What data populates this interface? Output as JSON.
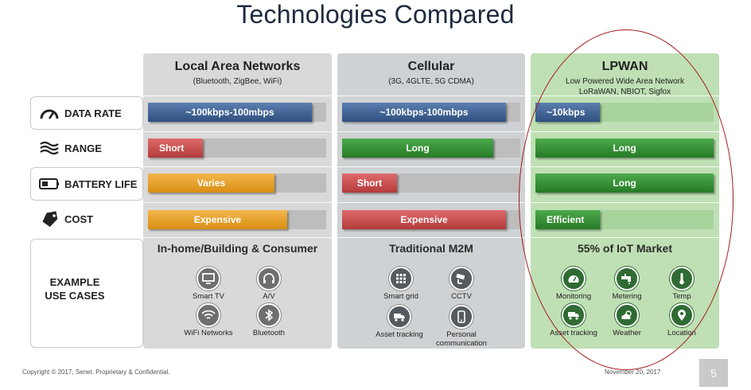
{
  "title": "Technologies Compared",
  "rows": {
    "data_rate": "DATA RATE",
    "range": "RANGE",
    "battery_life": "BATTERY LIFE",
    "cost": "COST",
    "use_cases": "EXAMPLE\nUSE CASES"
  },
  "columns": {
    "lan": {
      "title": "Local Area Networks",
      "subtitle": "(Bluetooth, ZigBee, WiFi)",
      "data_rate": {
        "label": "~100kbps-100mbps",
        "fill": 0.92,
        "color": "blue"
      },
      "range": {
        "label": "Short",
        "fill": 0.31,
        "color": "red"
      },
      "battery_life": {
        "label": "Varies",
        "fill": 0.71,
        "color": "orange"
      },
      "cost": {
        "label": "Expensive",
        "fill": 0.78,
        "color": "orange"
      },
      "use_title": "In-home/Building & Consumer",
      "use_cases": [
        "Smart TV",
        "A/V",
        "WiFi Networks",
        "Bluetooth"
      ]
    },
    "cellular": {
      "title": "Cellular",
      "subtitle": "(3G, 4GLTE, 5G CDMA)",
      "data_rate": {
        "label": "~100kbps-100mbps",
        "fill": 0.92,
        "color": "blue"
      },
      "range": {
        "label": "Long",
        "fill": 0.85,
        "color": "green"
      },
      "battery_life": {
        "label": "Short",
        "fill": 0.31,
        "color": "red"
      },
      "cost": {
        "label": "Expensive",
        "fill": 0.92,
        "color": "red"
      },
      "use_title": "Traditional M2M",
      "use_cases": [
        "Smart grid",
        "CCTV",
        "Asset tracking",
        "Personal\ncommunication"
      ]
    },
    "lpwan": {
      "title": "LPWAN",
      "subtitle": "Low Powered Wide Area Network",
      "subtitle2": "LoRaWAN, NBIOT, Sigfox",
      "data_rate": {
        "label": "~10kbps",
        "fill": 0.36,
        "color": "blue"
      },
      "range": {
        "label": "Long",
        "fill": 1.0,
        "color": "green"
      },
      "battery_life": {
        "label": "Long",
        "fill": 1.0,
        "color": "green"
      },
      "cost": {
        "label": "Efficient",
        "fill": 0.36,
        "color": "green"
      },
      "use_title": "55% of IoT Market",
      "use_cases": [
        "Monitoring",
        "Metering",
        "Temp",
        "Asset tracking",
        "Weather",
        "Location"
      ]
    }
  },
  "footer": {
    "copyright": "Copyright © 2017, Senet. Proprietary & Confidential.",
    "date": "November 20, 2017",
    "page": "5"
  },
  "colors": {
    "accent_ellipse": "#a31c1c",
    "lpwan_bg": "#bfe0b4"
  }
}
